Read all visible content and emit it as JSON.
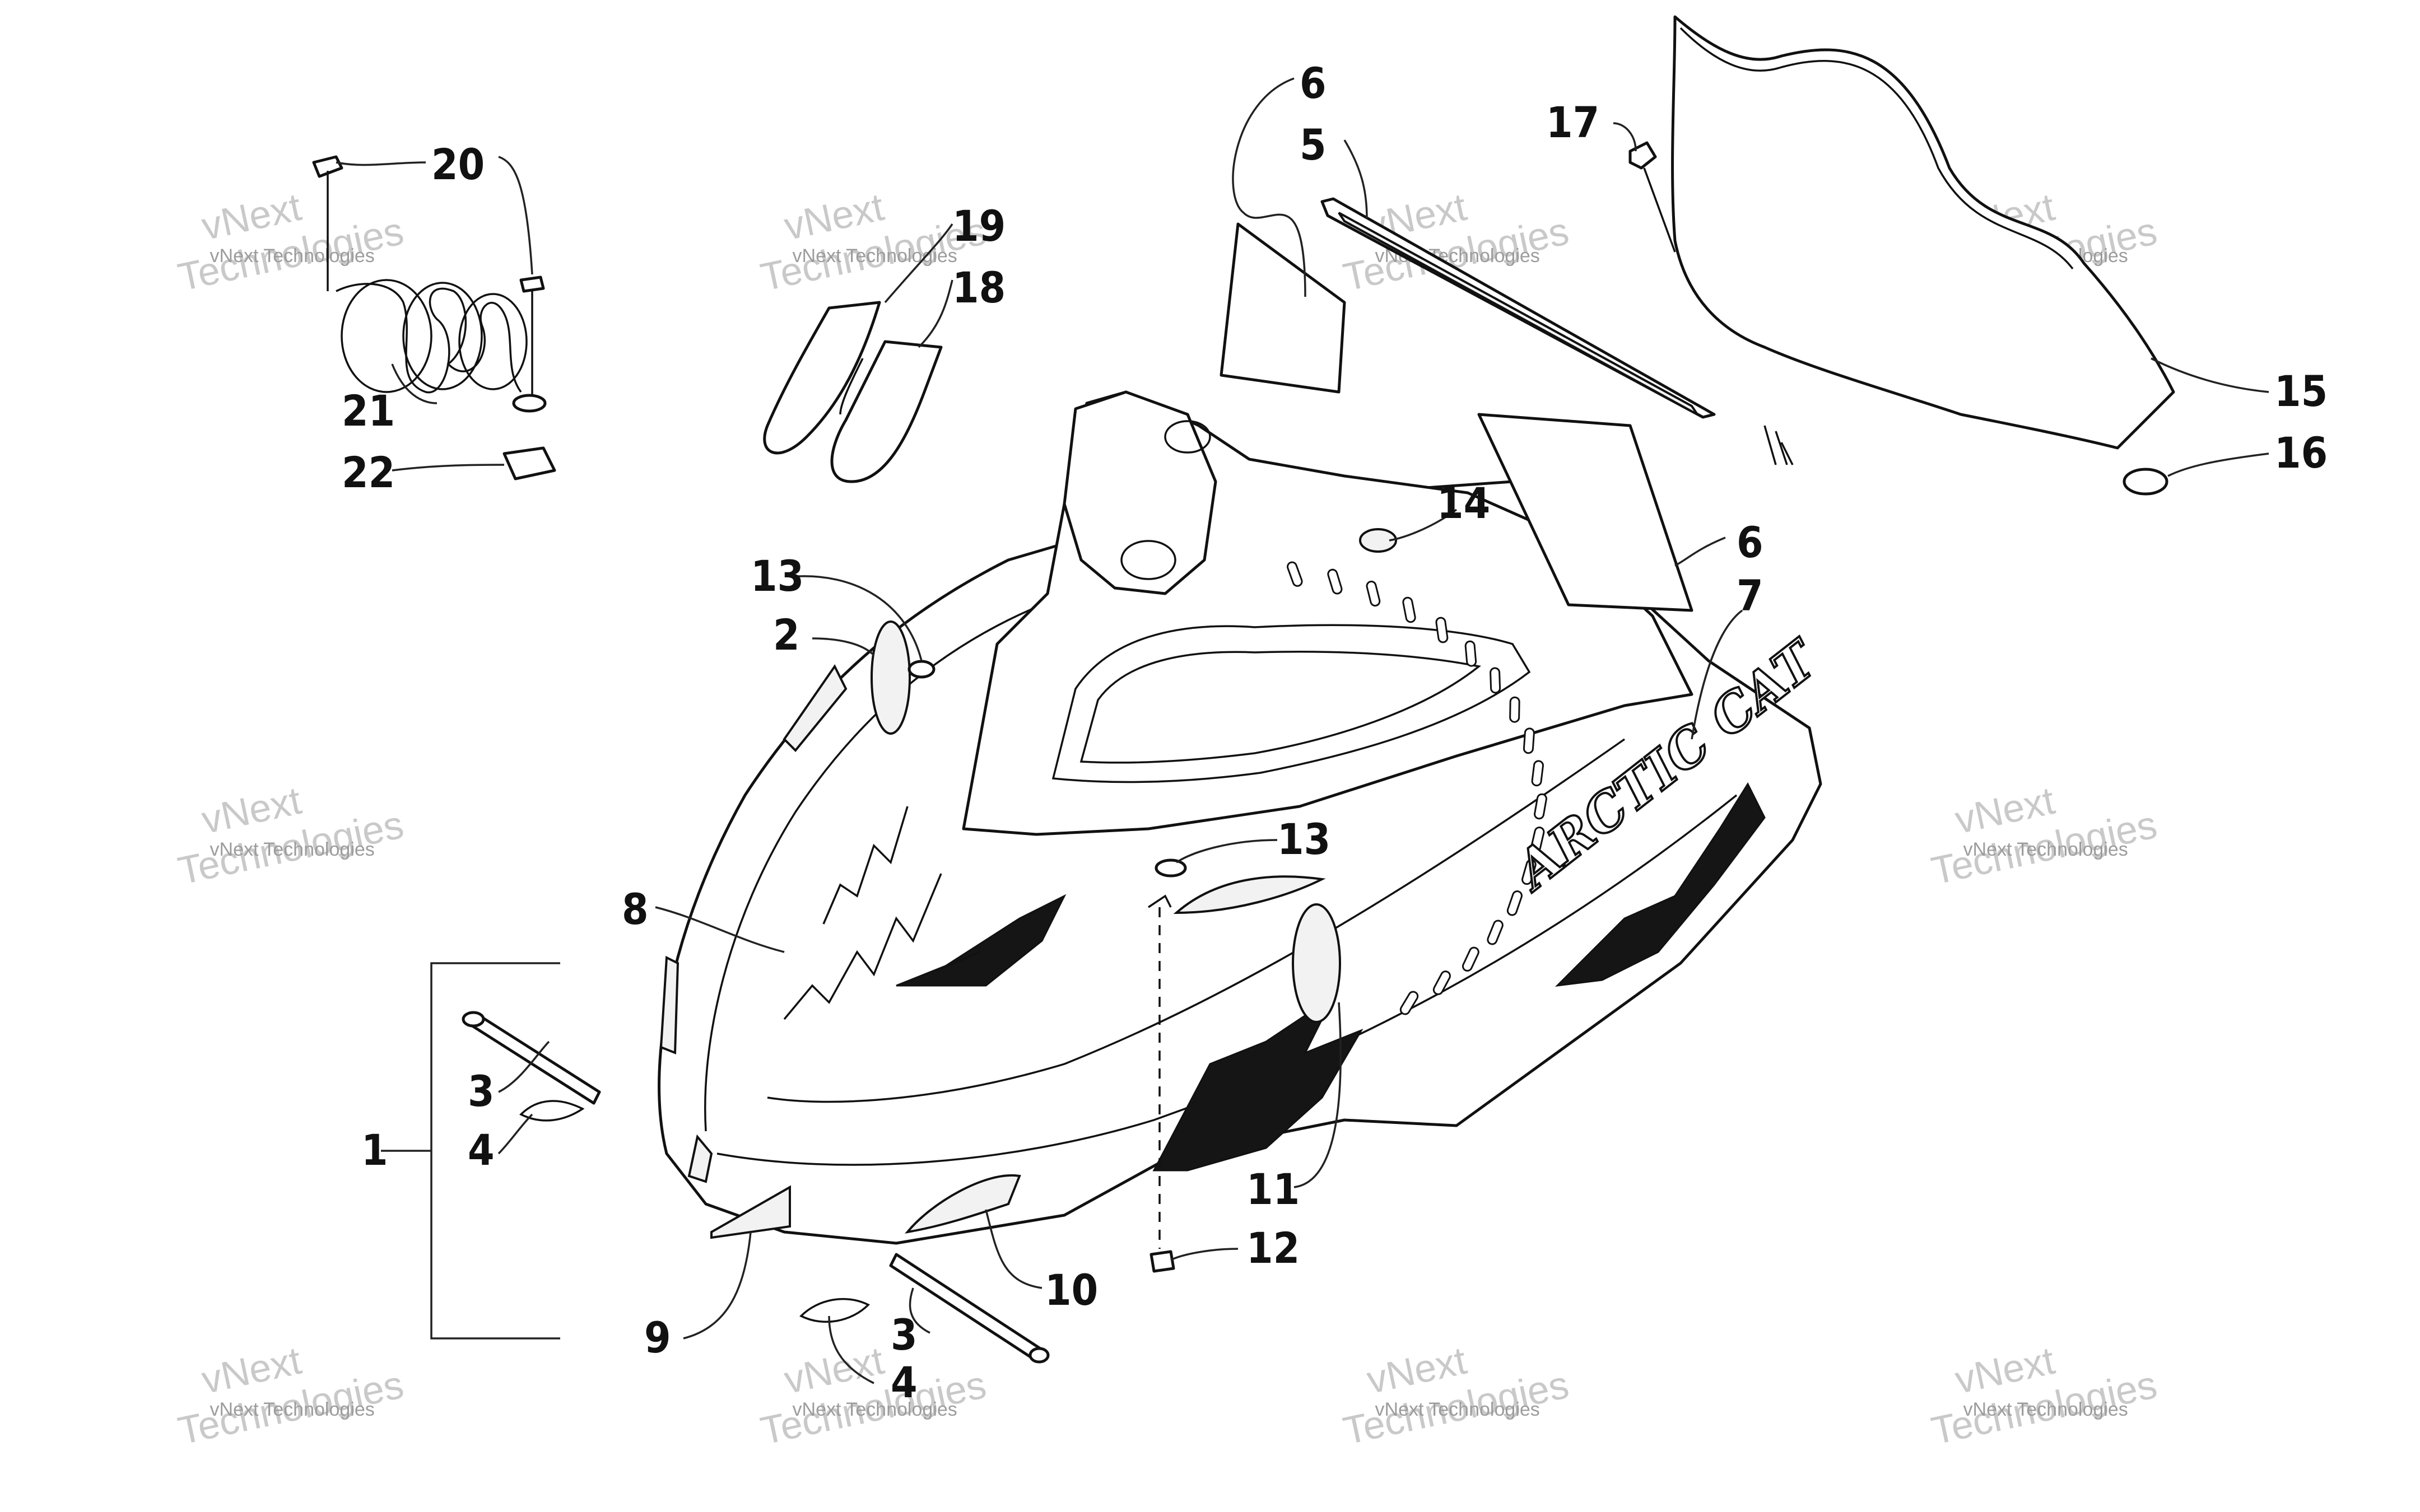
{
  "diagram": {
    "callouts": {
      "c1": "1",
      "c2": "2",
      "c3a": "3",
      "c3b": "3",
      "c4a": "4",
      "c4b": "4",
      "c5": "5",
      "c6a": "6",
      "c6b": "6",
      "c7": "7",
      "c8": "8",
      "c9": "9",
      "c10": "10",
      "c11": "11",
      "c12": "12",
      "c13a": "13",
      "c13b": "13",
      "c14": "14",
      "c15": "15",
      "c16": "16",
      "c17": "17",
      "c18": "18",
      "c19": "19",
      "c20": "20",
      "c21": "21",
      "c22": "22"
    },
    "hood_logo_text": "ARCTIC CAT",
    "watermark": {
      "brand": "vNext",
      "company": "Technologies",
      "full": "vNext Technologies"
    }
  },
  "colors": {
    "line": "#111111",
    "background": "#ffffff",
    "watermark": "#c9c9c9"
  }
}
